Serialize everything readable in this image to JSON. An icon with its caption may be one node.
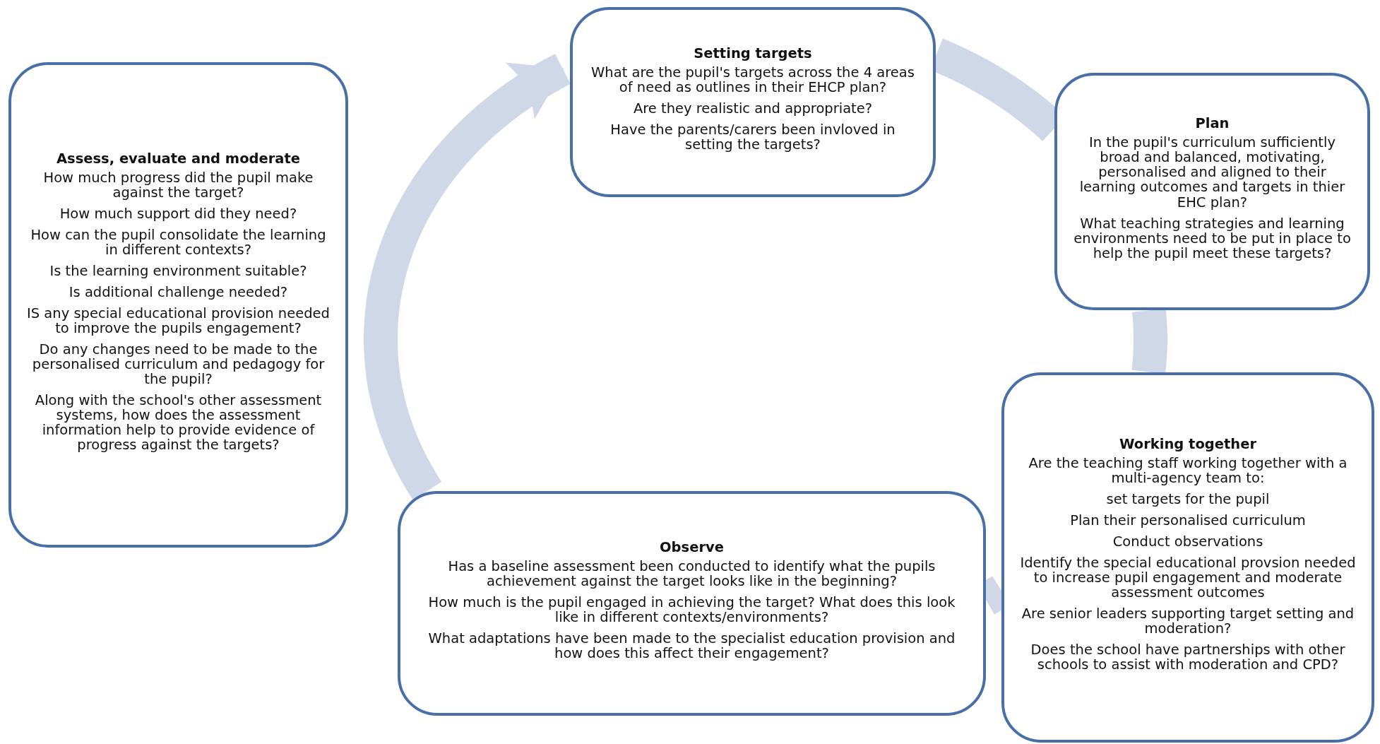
{
  "diagram": {
    "nodes": [
      {
        "text": [
          "Setting targets",
          "What are the pupil's targets across the 4 areas of need as outlines in their EHCP plan?",
          "Are they realistic and appropriate?",
          "Have the parents/carers been invloved in setting the targets?"
        ]
      },
      {
        "text": [
          "Plan",
          "In the pupil's curriculum sufficiently broad and balanced, motivating, personalised and aligned to their learning outcomes and targets in thier EHC plan?",
          "What teaching strategies and learning environments need to be put in place to help the pupil meet these targets?"
        ]
      },
      {
        "text": [
          "Working together",
          "Are the teaching staff working together with a multi-agency team to:",
          "set targets for the pupil",
          "Plan their personalised curriculum",
          "Conduct observations",
          "Identify the special educational provsion needed to increase pupil engagement and moderate assessment outcomes",
          "Are senior leaders supporting target setting and moderation?",
          "Does the school have partnerships with other schools to assist with moderation and CPD?"
        ]
      },
      {
        "text": [
          "Observe",
          "Has a baseline assessment been conducted to identify what the pupils achievement against the target looks like in the beginning?",
          "How much is the pupil engaged in achieving the target? What does this look like in different contexts/environments?",
          "What adaptations have been made to the specialist education provision and how does this affect their engagement?"
        ]
      },
      {
        "text": [
          "Assess, evaluate and moderate",
          "How much progress did the pupil make against the target?",
          "How much support did they need?",
          "How can the pupil consolidate the learning in different contexts?",
          "Is the learning environment suitable?",
          "Is additional challenge needed?",
          "IS any special educational provision needed to improve the pupils engagement?",
          "Do any changes need to be made to the personalised curriculum and pedagogy for the pupil?",
          "Along with the school's other assessment systems, how does the assessment information help to provide evidence of progress against the targets?"
        ]
      }
    ],
    "edges": [
      {
        "from": 0,
        "to": 1,
        "arrow": "none"
      },
      {
        "from": 1,
        "to": 2,
        "arrow": "none"
      },
      {
        "from": 2,
        "to": 3,
        "arrow": "none"
      },
      {
        "from": 3,
        "to": 0,
        "arrow": "to"
      }
    ]
  }
}
